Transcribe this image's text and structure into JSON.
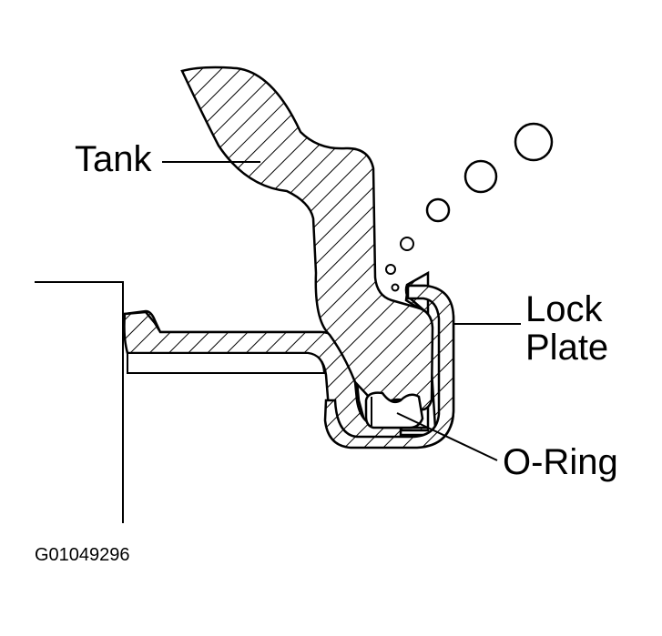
{
  "figure": {
    "labels": {
      "tank": "Tank",
      "lock_line1": "Lock",
      "lock_line2": "Plate",
      "oring": "O-Ring"
    },
    "figure_id": "G01049296",
    "colors": {
      "ink": "#000000",
      "background": "#ffffff"
    }
  }
}
